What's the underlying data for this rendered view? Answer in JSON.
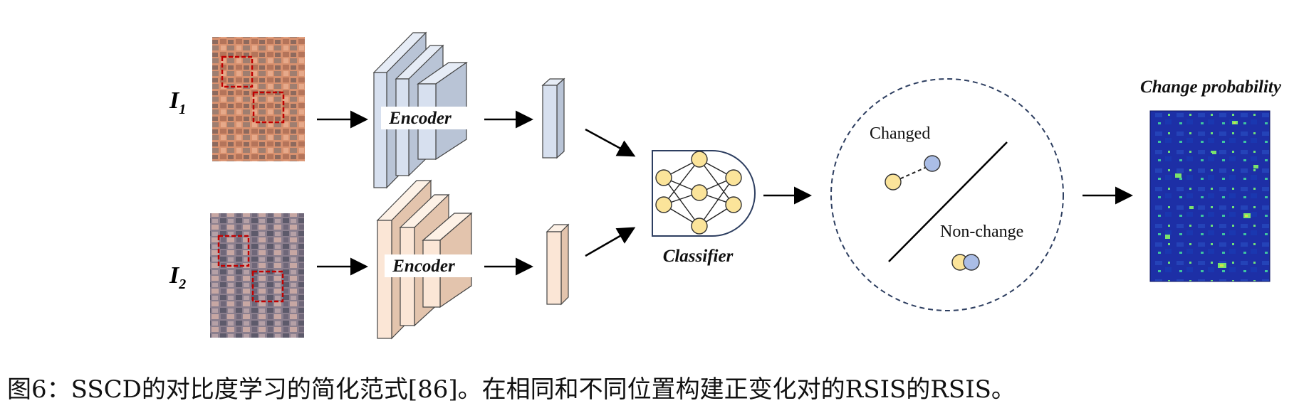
{
  "inputs": {
    "i1_letter": "I",
    "i1_sub": "1",
    "i2_letter": "I",
    "i2_sub": "2"
  },
  "encoder": {
    "label_top": "Encoder",
    "label_bottom": "Encoder"
  },
  "classifier": {
    "label": "Classifier"
  },
  "feature_space": {
    "changed_label": "Changed",
    "non_change_label": "Non-change"
  },
  "output": {
    "title": "Change probability"
  },
  "caption": "图6：SSCD的对比度学习的简化范式[86]。在相同和不同位置构建正变化对的RSIS的RSIS。",
  "colors": {
    "encoder_top_fill": "#d7e0ef",
    "encoder_bottom_fill": "#fbe6d6",
    "node_fill": "#fbe49a",
    "node_blue": "#aabde6",
    "dashed_box": "#c00000",
    "circle_stroke": "#2d3e60",
    "heatmap_bg": "#1a2a9c"
  }
}
